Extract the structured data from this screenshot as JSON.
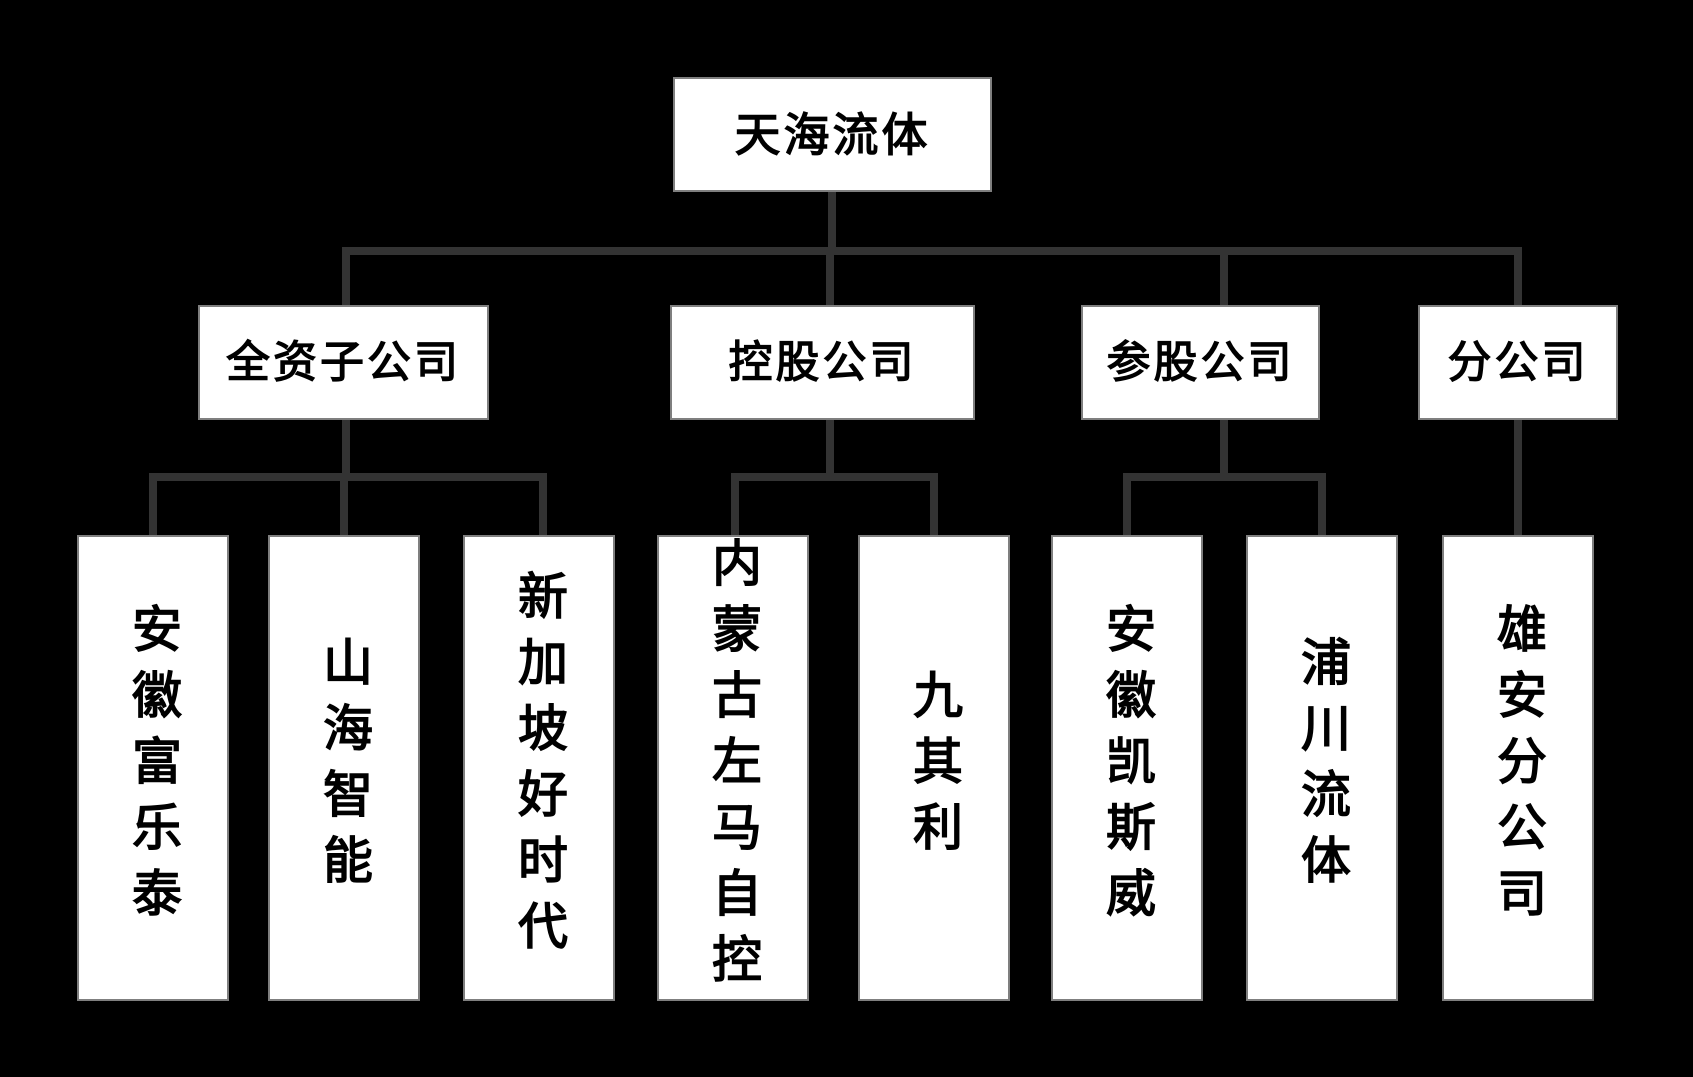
{
  "org": {
    "root": {
      "label": "天海流体"
    },
    "branches": [
      {
        "label": "全资子公司",
        "children": [
          {
            "label": "安徽富乐泰"
          },
          {
            "label": "山海智能"
          },
          {
            "label": "新加坡好时代"
          }
        ]
      },
      {
        "label": "控股公司",
        "children": [
          {
            "label": "内蒙古左马自控"
          },
          {
            "label": "九其利"
          }
        ]
      },
      {
        "label": "参股公司",
        "children": [
          {
            "label": "安徽凯斯威"
          },
          {
            "label": "浦川流体"
          }
        ]
      },
      {
        "label": "分公司",
        "children": [
          {
            "label": "雄安分公司"
          }
        ]
      }
    ]
  },
  "colors": {
    "background": "#000000",
    "box_fill": "#ffffff",
    "box_border": "#7f7f7f",
    "connector": "#333333",
    "text": "#000000"
  }
}
